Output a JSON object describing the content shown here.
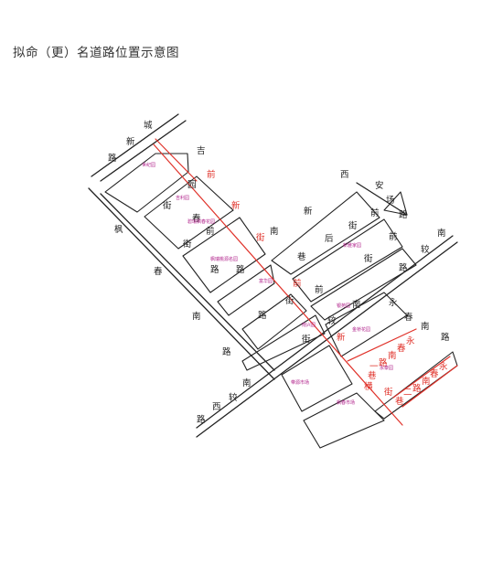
{
  "title": "拟命（更）名道路位置示意图",
  "colors": {
    "road": "#222222",
    "new_road": "#e0322a",
    "place": "#b0208a",
    "title": "#333333"
  },
  "existing_road_labels": [
    {
      "id": "chengxin-lu",
      "chars": [
        "城",
        "新",
        "路"
      ]
    },
    {
      "id": "jiyuan-jie",
      "chars": [
        "吉",
        "园",
        "街"
      ]
    },
    {
      "id": "fengchun-nan-lu",
      "chars": [
        "枫",
        "春",
        "南",
        "路"
      ]
    },
    {
      "id": "nanjiao-xi-lu",
      "chars": [
        "南",
        "较",
        "西",
        "路"
      ]
    },
    {
      "id": "xian-chang-lu",
      "chars": [
        "西",
        "安",
        "场",
        "路"
      ]
    },
    {
      "id": "xin-nan-xiang-lu",
      "chars": [
        "新",
        "南",
        "巷"
      ]
    },
    {
      "id": "qian-chun-lu",
      "chars": [
        "前",
        "春",
        "路"
      ]
    },
    {
      "id": "jie-qian-hou-jie",
      "chars": [
        "街",
        "前",
        "后",
        "街"
      ]
    },
    {
      "id": "qian-jie",
      "chars": [
        "前",
        "街"
      ]
    },
    {
      "id": "qian-jie-2",
      "chars": [
        "街",
        "前"
      ]
    },
    {
      "id": "nan-jiao-lu-mid",
      "chars": [
        "路",
        "南",
        "较"
      ]
    },
    {
      "id": "jiao-nan-lu",
      "chars": [
        "较",
        "南",
        "路"
      ]
    },
    {
      "id": "yong-chun-nan-lu",
      "chars": [
        "永",
        "春",
        "南",
        "路"
      ]
    },
    {
      "id": "jie-jie-qian-lu",
      "chars": [
        "街",
        "路"
      ]
    }
  ],
  "new_road_labels": [
    {
      "id": "qian-xin-jie",
      "chars": [
        "前",
        "新",
        "街"
      ]
    },
    {
      "id": "qian-xin-jie-2",
      "chars": [
        "前",
        "新"
      ]
    },
    {
      "id": "yongchun-nan-er-xiang",
      "chars": [
        "永",
        "春",
        "南",
        "路",
        "一",
        "巷"
      ]
    },
    {
      "id": "yongchun-nan-er-xiang-2",
      "chars": [
        "永",
        "春",
        "南",
        "路",
        "二",
        "巷"
      ]
    },
    {
      "id": "heng-jie",
      "chars": [
        "横",
        "街"
      ]
    }
  ],
  "places": [
    {
      "id": "p1",
      "text": "世纪园"
    },
    {
      "id": "p2",
      "text": "吉利园"
    },
    {
      "id": "p3",
      "text": "碧瑞枫春花园"
    },
    {
      "id": "p4",
      "text": "枫瑞桃源名园"
    },
    {
      "id": "p5",
      "text": "新雅家园"
    },
    {
      "id": "p6",
      "text": "富华园"
    },
    {
      "id": "p7",
      "text": "银苑园"
    },
    {
      "id": "p8",
      "text": "南兴园"
    },
    {
      "id": "p9",
      "text": "金桥花园"
    },
    {
      "id": "p10",
      "text": "永泰园"
    },
    {
      "id": "p11",
      "text": "带源市场"
    },
    {
      "id": "p12",
      "text": "枫春市场"
    }
  ]
}
